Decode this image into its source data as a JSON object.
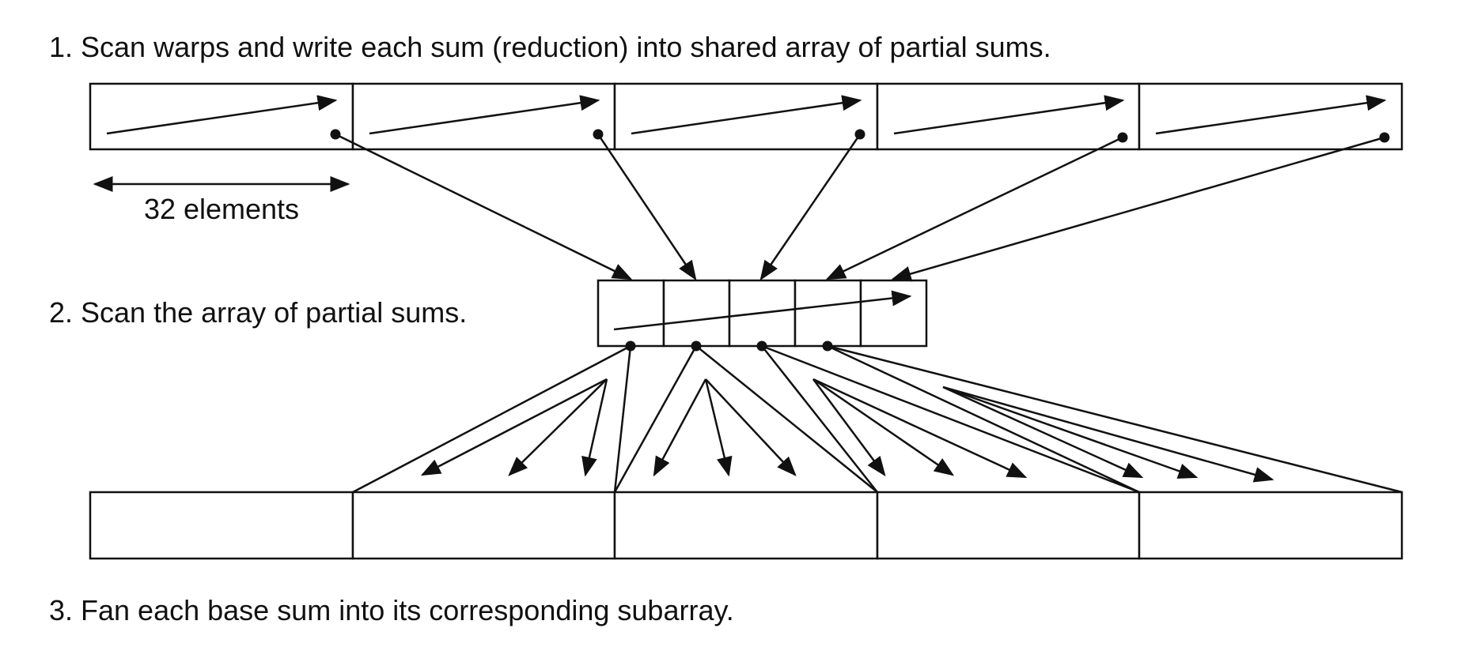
{
  "steps": {
    "step1": "1. Scan warps and write each sum (reduction) into shared array of partial sums.",
    "step2": "2. Scan the array of partial sums.",
    "step3": "3. Fan each base sum into its corresponding subarray."
  },
  "dimension": {
    "label": "32 elements"
  },
  "colors": {
    "ink": "#111111",
    "background": "#ffffff"
  }
}
